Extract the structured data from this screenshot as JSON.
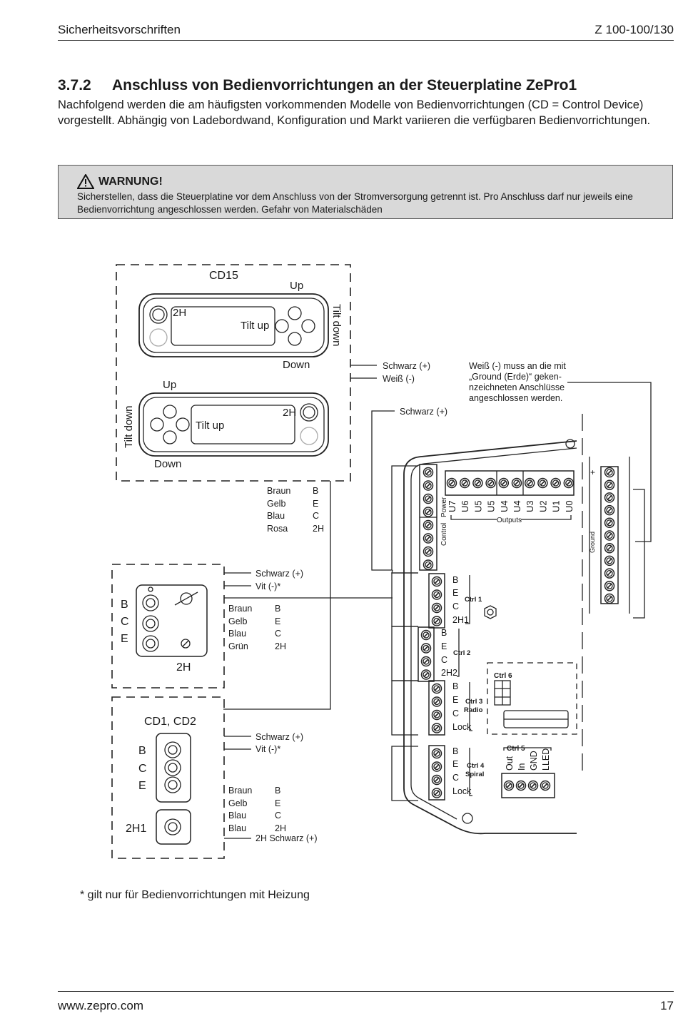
{
  "header": {
    "left": "Sicherheitsvorschriften",
    "right": "Z 100-100/130"
  },
  "section": {
    "number": "3.7.2",
    "title": "Anschluss von Bedienvorrichtungen an der Steuerplatine ZePro1",
    "intro": "Nachfolgend werden die am häufigsten vorkommenden Modelle von Bedienvorrichtungen (CD = Control Device) vorgestellt. Abhängig von Ladebordwand, Konfiguration und Markt variieren die verfügbaren Bedienvorrichtungen."
  },
  "warning": {
    "title": "WARNUNG!",
    "text": "Sicherstellen, dass die Steuerplatine vor dem Anschluss von der Stromversorgung getrennt ist. Pro Anschluss darf nur jeweils eine Bedienvorrichtung angeschlossen werden. Gefahr von Materialschäden"
  },
  "diagram": {
    "cd15": {
      "title": "CD15",
      "up1": "Up",
      "two_h1": "2H",
      "tilt_up1": "Tilt up",
      "tilt_down1": "Tilt down",
      "down1": "Down",
      "up2": "Up",
      "tilt_down2": "Tilt down",
      "two_h2": "2H",
      "tilt_up2": "Tilt up",
      "down2": "Down"
    },
    "note_ground": [
      "Weiß (-) muss an die mit",
      "„Ground (Erde)“ geken-",
      "nzeichneten Anschlüsse",
      "angeschlossen werden."
    ],
    "wires_top": {
      "schwarz1": "Schwarz (+)",
      "weiss": "Weiß (-)",
      "schwarz2": "Schwarz (+)"
    },
    "cd15_colors": {
      "c1": [
        "Braun",
        "Gelb",
        "Blau",
        "Rosa"
      ],
      "c2": [
        "B",
        "E",
        "C",
        "2H"
      ]
    },
    "cd_middle": {
      "letters": [
        "B",
        "C",
        "E"
      ],
      "two_h": "2H",
      "schwarz": "Schwarz (+)",
      "vit": "Vit (-)*",
      "c1": [
        "Braun",
        "Gelb",
        "Blau",
        "Grün"
      ],
      "c2": [
        "B",
        "E",
        "C",
        "2H"
      ]
    },
    "cd12": {
      "title": "CD1, CD2",
      "letters": [
        "B",
        "C",
        "E"
      ],
      "two_h1": "2H1",
      "schwarz": "Schwarz (+)",
      "vit": "Vit (-)*",
      "c1": [
        "Braun",
        "Gelb",
        "Blau",
        "Blau"
      ],
      "c2": [
        "B",
        "E",
        "C",
        "2H"
      ],
      "two_h_schwarz": "2H Schwarz (+)"
    },
    "board": {
      "outputs": [
        "U7",
        "U6",
        "U5",
        "U5",
        "U4",
        "U4",
        "U3",
        "U2",
        "U1",
        "U0"
      ],
      "outputs_label": "Outputs",
      "control": "Control",
      "power": "Power",
      "ground": "Ground",
      "plus": "+",
      "ctrl1": {
        "label": "Ctrl 1",
        "pins": [
          "B",
          "E",
          "C",
          "2H1"
        ]
      },
      "ctrl2": {
        "label": "Ctrl 2",
        "pins": [
          "B",
          "E",
          "C",
          "2H2"
        ]
      },
      "ctrl3": {
        "label": "Ctrl 3",
        "label2": "Radio",
        "pins": [
          "B",
          "E",
          "C",
          "Lock"
        ]
      },
      "ctrl4": {
        "label": "Ctrl 4",
        "label2": "Spiral",
        "pins": [
          "B",
          "E",
          "C",
          "Lock"
        ]
      },
      "ctrl5": {
        "label": "Ctrl 5",
        "pins": [
          "Out",
          "In",
          "GND",
          "LLED"
        ]
      },
      "ctrl6": {
        "label": "Ctrl 6"
      }
    }
  },
  "footnote": "* gilt nur für Bedienvorrichtungen mit Heizung",
  "footer": {
    "left": "www.zepro.com",
    "right": "17"
  }
}
